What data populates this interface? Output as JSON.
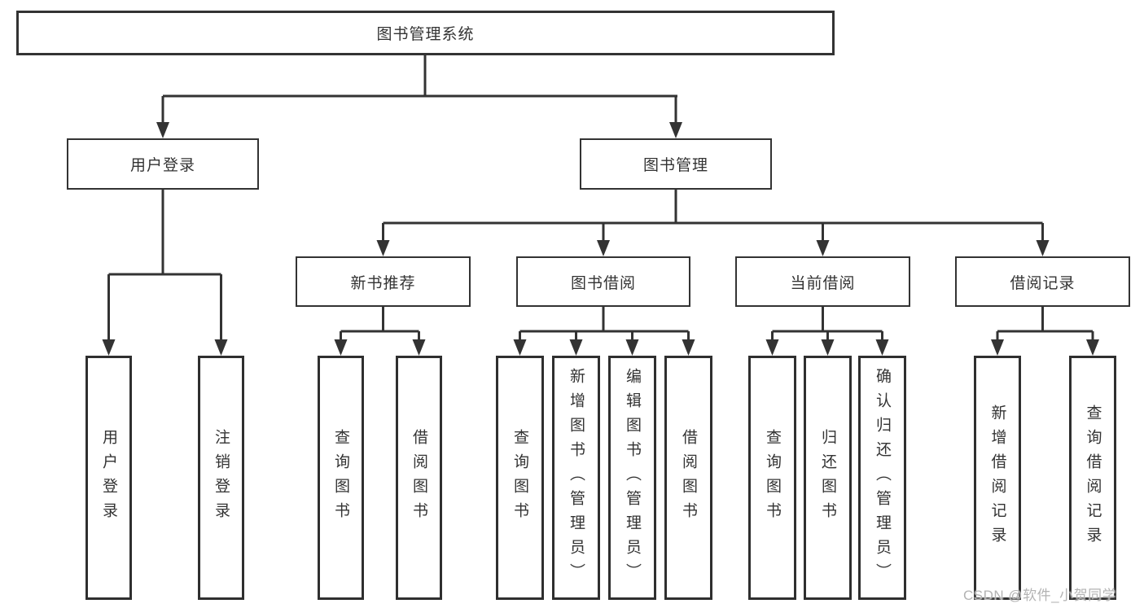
{
  "diagram": {
    "root": {
      "label": "图书管理系统"
    },
    "branches": [
      {
        "label": "用户登录",
        "children": [
          {
            "label": "用户登录"
          },
          {
            "label": "注销登录"
          }
        ]
      },
      {
        "label": "图书管理",
        "modules": [
          {
            "label": "新书推荐",
            "children": [
              {
                "label": "查询图书"
              },
              {
                "label": "借阅图书"
              }
            ]
          },
          {
            "label": "图书借阅",
            "children": [
              {
                "label": "查询图书"
              },
              {
                "label": "新增图书（管理员）"
              },
              {
                "label": "编辑图书（管理员）"
              },
              {
                "label": "借阅图书"
              }
            ]
          },
          {
            "label": "当前借阅",
            "children": [
              {
                "label": "查询图书"
              },
              {
                "label": "归还图书"
              },
              {
                "label": "确认归还（管理员）"
              }
            ]
          },
          {
            "label": "借阅记录",
            "children": [
              {
                "label": "新增借阅记录"
              },
              {
                "label": "查询借阅记录"
              }
            ]
          }
        ]
      }
    ],
    "colors": {
      "line": "#333333",
      "box_border": "#333333",
      "text": "#333333",
      "background": "#ffffff",
      "watermark": "#b3b3b3"
    },
    "watermark": "CSDN @软件_小贺同学"
  }
}
